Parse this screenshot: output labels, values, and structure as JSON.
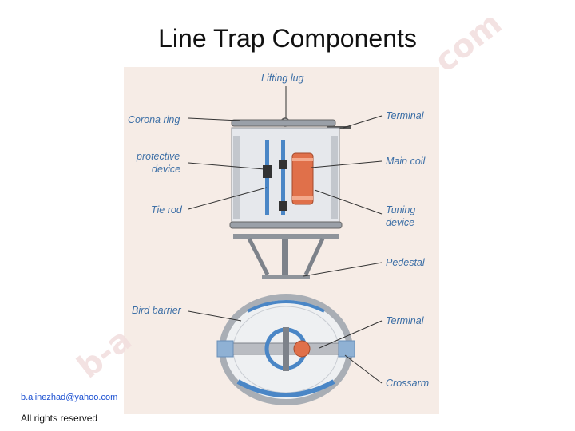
{
  "slide": {
    "title": "Line Trap Components",
    "watermark_top": "com",
    "watermark_bottom": "b-a"
  },
  "labels": {
    "lifting_lug": "Lifting lug",
    "corona_ring": "Corona ring",
    "terminal_top": "Terminal",
    "protective_device_1": "protective",
    "protective_device_2": "device",
    "main_coil": "Main coil",
    "tie_rod": "Tie rod",
    "tuning_device_1": "Tuning",
    "tuning_device_2": "device",
    "pedestal": "Pedestal",
    "bird_barrier": "Bird barrier",
    "terminal_bottom": "Terminal",
    "crossarm": "Crossarm"
  },
  "footer": {
    "email": "b.alinezhad@yahoo.com",
    "rights": "All rights reserved"
  },
  "colors": {
    "panel_bg": "#f6ece6",
    "label_blue": "#3d6fa6",
    "coil_blue": "#4a86c6",
    "tuning_orange": "#e0704a",
    "metal_grey": "#b9bcc2"
  }
}
